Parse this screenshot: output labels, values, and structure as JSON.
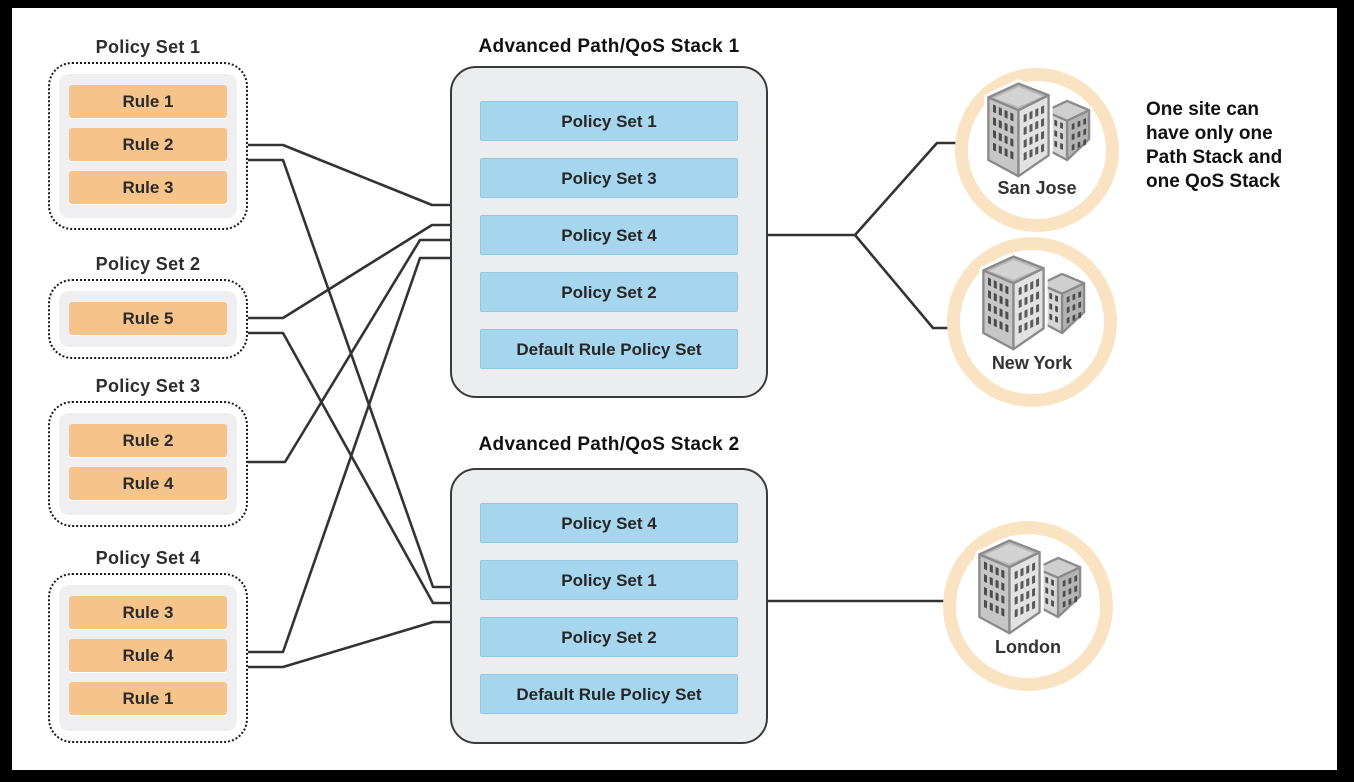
{
  "policy_sets": [
    {
      "label": "Policy Set 1",
      "rules": [
        "Rule 1",
        "Rule 2",
        "Rule 3"
      ]
    },
    {
      "label": "Policy Set 2",
      "rules": [
        "Rule 5"
      ]
    },
    {
      "label": "Policy Set 3",
      "rules": [
        "Rule 2",
        "Rule 4"
      ]
    },
    {
      "label": "Policy Set 4",
      "rules": [
        "Rule 3",
        "Rule 4",
        "Rule 1"
      ]
    }
  ],
  "stacks": [
    {
      "title": "Advanced Path/QoS Stack 1",
      "items": [
        "Policy Set 1",
        "Policy Set 3",
        "Policy Set 4",
        "Policy Set 2",
        "Default Rule Policy Set"
      ]
    },
    {
      "title": "Advanced Path/QoS Stack 2",
      "items": [
        "Policy Set 4",
        "Policy Set 1",
        "Policy Set 2",
        "Default Rule Policy Set"
      ]
    }
  ],
  "sites": [
    {
      "name": "San Jose"
    },
    {
      "name": "New York"
    },
    {
      "name": "London"
    }
  ],
  "annotation": "One site can\nhave only one\nPath Stack and\none QoS Stack",
  "colors": {
    "rule_fill": "#F6C38B",
    "policy_item_fill": "#A6D5EE",
    "stack_fill": "#ECEDEF",
    "site_ring": "#FAE3C2",
    "connector_line": "#333333",
    "frame": "#000000"
  }
}
